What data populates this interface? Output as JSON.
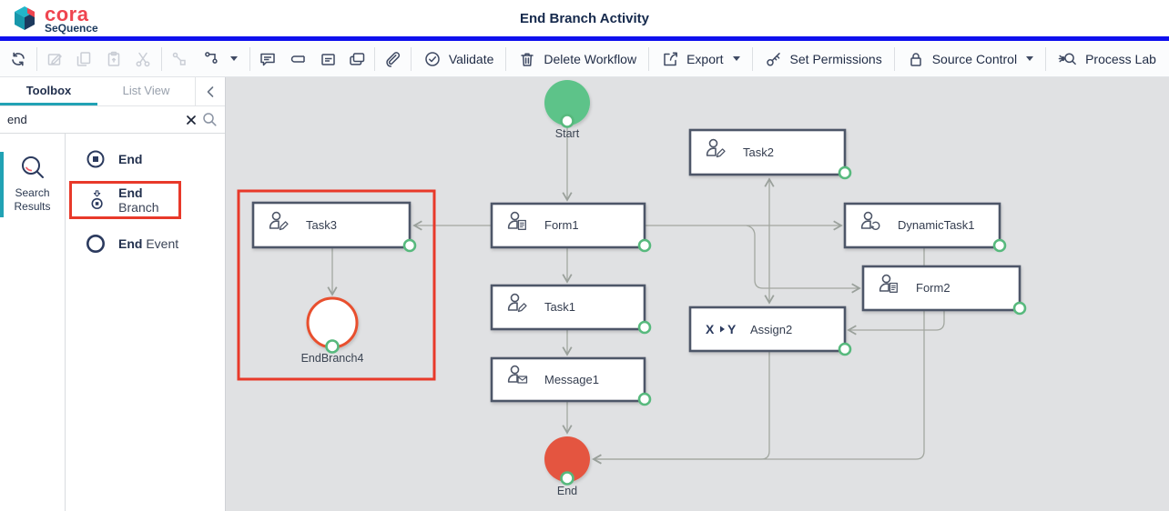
{
  "header": {
    "logo_cora": "cora",
    "logo_sequence": "SeQuence",
    "title": "End Branch Activity"
  },
  "toolbar": {
    "validate": "Validate",
    "delete_workflow": "Delete Workflow",
    "export": "Export",
    "set_permissions": "Set Permissions",
    "source_control": "Source Control",
    "process_lab": "Process Lab"
  },
  "sidebar": {
    "tabs": [
      {
        "label": "Toolbox",
        "active": true
      },
      {
        "label": "List View",
        "active": false
      }
    ],
    "search": {
      "value": "end"
    },
    "rail": {
      "line1": "Search",
      "line2": "Results"
    },
    "results": [
      {
        "bold": "End",
        "rest": "",
        "highlighted": false
      },
      {
        "bold": "End",
        "rest": " Branch",
        "highlighted": true
      },
      {
        "bold": "End",
        "rest": " Event",
        "highlighted": false
      }
    ]
  },
  "canvas": {
    "nodes": {
      "start": "Start",
      "task2": "Task2",
      "form1": "Form1",
      "task3": "Task3",
      "dynamictask1": "DynamicTask1",
      "form2": "Form2",
      "assign2": "Assign2",
      "task1": "Task1",
      "message1": "Message1",
      "endbranch4": "EndBranch4",
      "end": "End"
    },
    "assign_icon": {
      "x": "X",
      "y": "Y"
    },
    "colors": {
      "start_fill": "#5dc389",
      "end_fill": "#e45440",
      "endbranch_stroke": "#e8502f",
      "selection": "#e8392a",
      "port_ring": "#57b97d",
      "node_border": "#4e5668",
      "connector": "#a2a7a0",
      "accent_teal": "#21a2b4",
      "header_blue": "#0f10ee"
    }
  }
}
